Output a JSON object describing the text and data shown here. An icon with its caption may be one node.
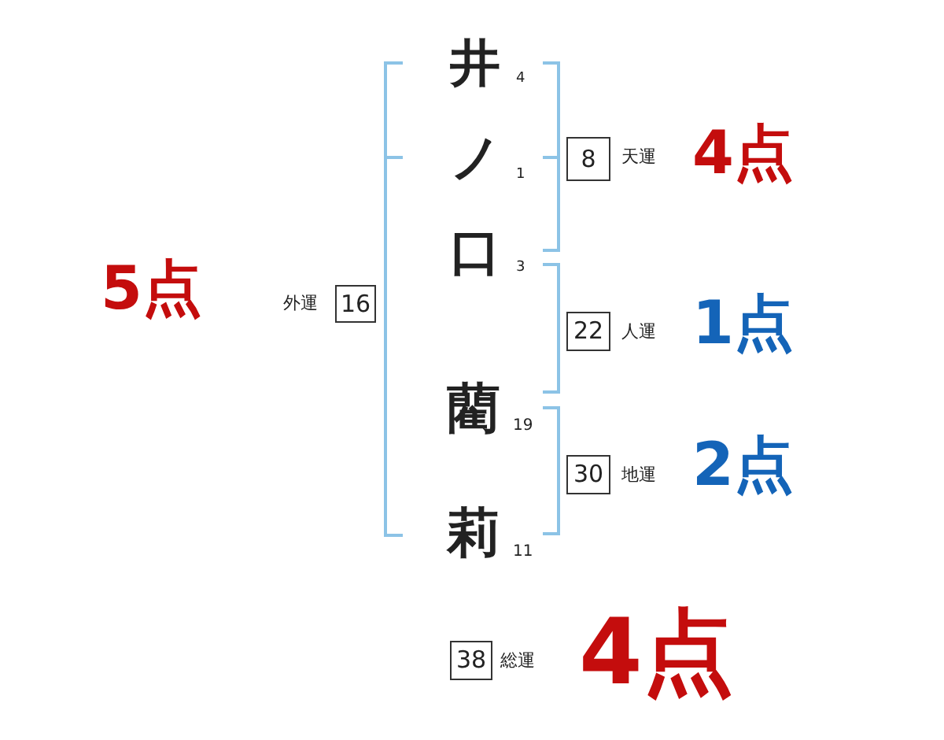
{
  "diagram": {
    "nodes": [
      {
        "text": [
          "8"
        ],
        "beside": [
          "天運"
        ]
      },
      {
        "text": [
          "16"
        ],
        "beside": [
          "外運"
        ]
      },
      {
        "text": [
          "22"
        ],
        "beside": [
          "人運"
        ]
      },
      {
        "text": [
          "30"
        ],
        "beside": [
          "地運"
        ]
      },
      {
        "text": [
          "38"
        ],
        "beside": [
          "総運"
        ]
      }
    ],
    "labels": [
      "井",
      "4",
      "4点",
      "ノ",
      "1",
      "口",
      "3",
      "5点",
      "1点",
      "藺",
      "19",
      "2点",
      "莉",
      "11",
      "4点"
    ]
  }
}
